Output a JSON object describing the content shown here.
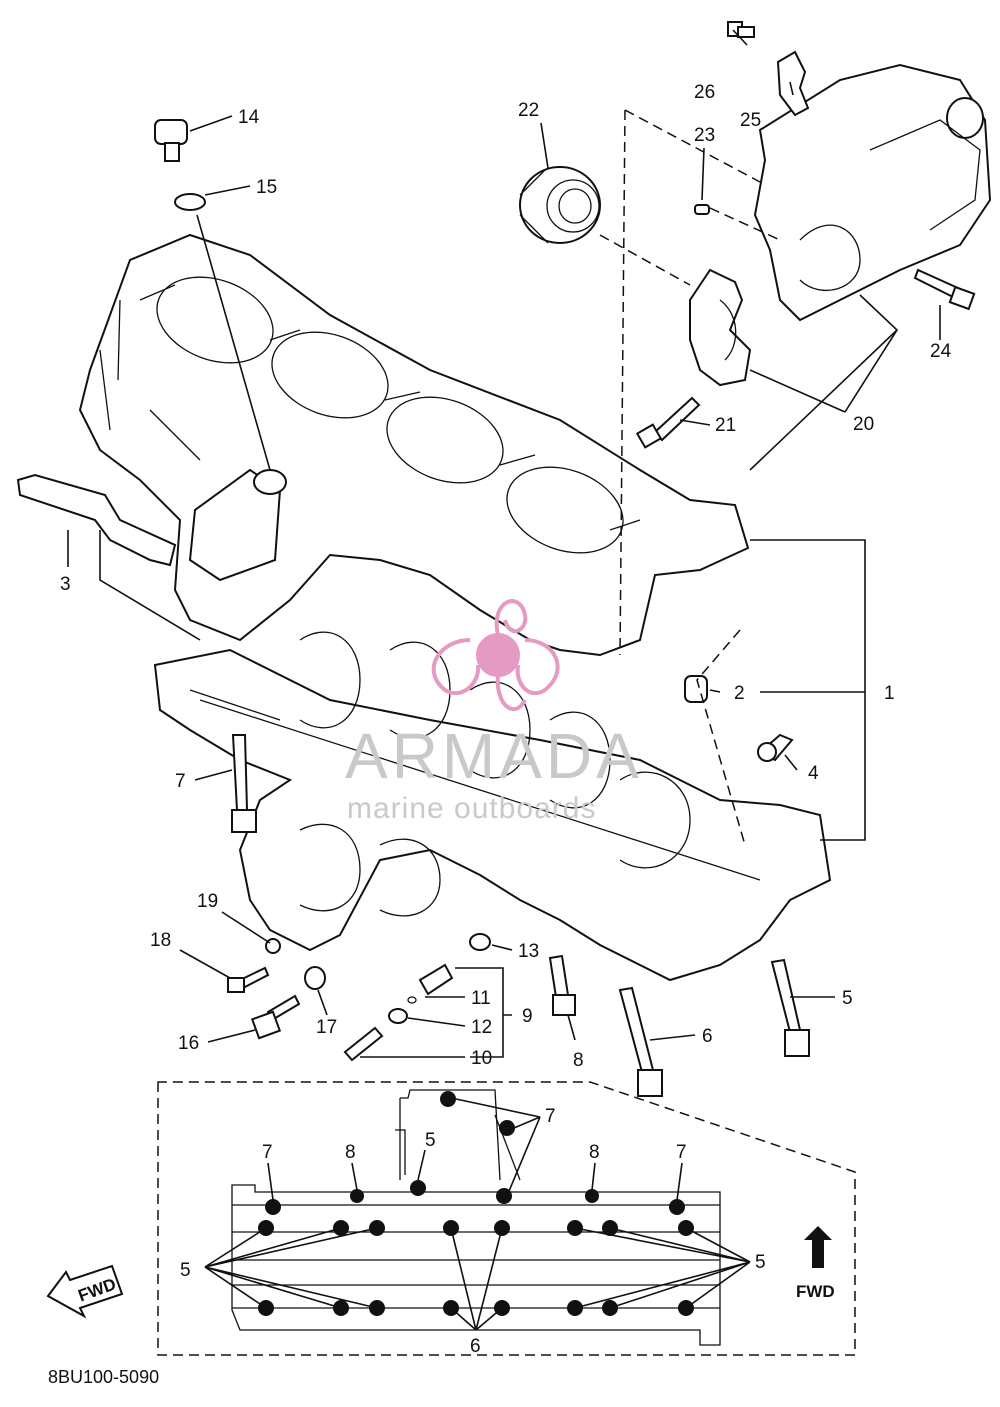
{
  "diagram": {
    "callouts": {
      "c1": "1",
      "c2": "2",
      "c3": "3",
      "c4": "4",
      "c5": "5",
      "c6": "6",
      "c7": "7",
      "c8": "8",
      "c9": "9",
      "c10": "10",
      "c11": "11",
      "c12": "12",
      "c13": "13",
      "c14": "14",
      "c15": "15",
      "c16": "16",
      "c17": "17",
      "c18": "18",
      "c19": "19",
      "c20": "20",
      "c21": "21",
      "c22": "22",
      "c23": "23",
      "c24": "24",
      "c25": "25",
      "c26": "26"
    },
    "inset": {
      "labels": {
        "l7a": "7",
        "l8a": "8",
        "l5top": "5",
        "l7b": "7",
        "l8b": "8",
        "l7c": "7",
        "l5left": "5",
        "l5right": "5",
        "l6bottom": "6"
      },
      "fwd_label": "FWD",
      "fwd_arrow_label": "FWD"
    },
    "watermark": {
      "brand": "ARMADA",
      "tagline": "marine outboards"
    },
    "diagram_code": "8BU100-5090"
  },
  "colors": {
    "line": "#111111",
    "watermark_text": "#c9c9c9",
    "watermark_logo": "#e59ac4"
  }
}
